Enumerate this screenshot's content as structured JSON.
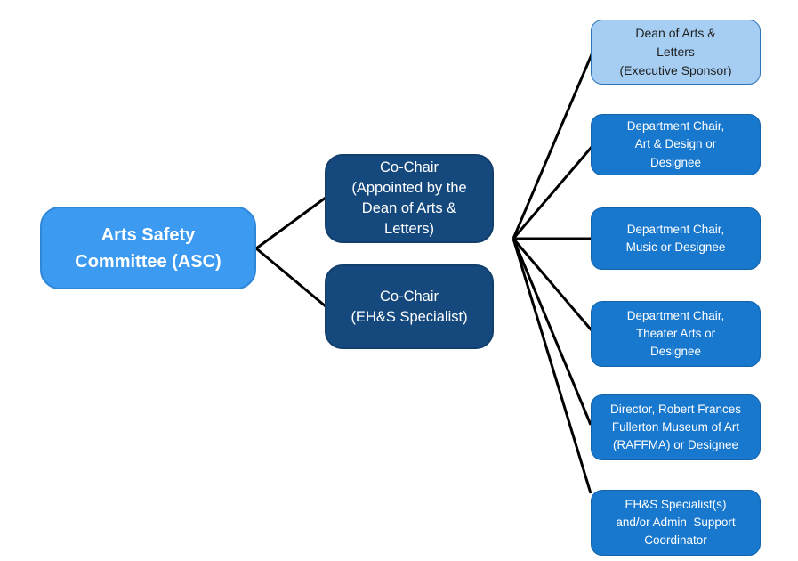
{
  "chart": {
    "root": {
      "label": "Arts Safety\nCommittee (ASC)"
    },
    "cochairs": [
      {
        "label": "Co-Chair\n(Appointed by the\nDean of Arts &\nLetters)"
      },
      {
        "label": "Co-Chair\n(EH&S Specialist)"
      }
    ],
    "members": [
      {
        "label": "Dean of Arts &\nLetters\n(Executive Sponsor)",
        "variant": "light"
      },
      {
        "label": "Department Chair,\nArt & Design or\nDesignee",
        "variant": "dark"
      },
      {
        "label": "Department Chair,\nMusic or Designee",
        "variant": "dark"
      },
      {
        "label": "Department Chair,\nTheater Arts or\nDesignee",
        "variant": "dark"
      },
      {
        "label": "Director, Robert Frances\nFullerton Museum of Art\n(RAFFMA) or Designee",
        "variant": "dark"
      },
      {
        "label": "EH&S Specialist(s)\nand/or Admin  Support\nCoordinator",
        "variant": "dark"
      }
    ],
    "colors": {
      "root_fill": "#3d9af1",
      "root_border": "#2e86d9",
      "cochair_fill": "#15497e",
      "cochair_border": "#123e6b",
      "member_fill": "#1878ce",
      "member_border": "#1261a9",
      "sponsor_fill": "#a6cef3",
      "sponsor_border": "#2e75b6",
      "connector": "#000000"
    }
  }
}
